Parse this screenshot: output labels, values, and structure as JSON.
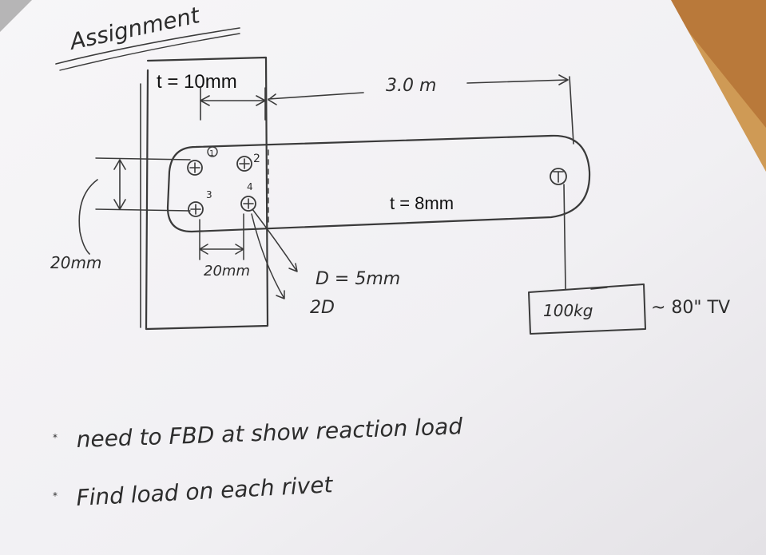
{
  "title": "Assignment",
  "labels": {
    "column_thickness": "t = 10mm",
    "span": "3.0 m",
    "bar_thickness": "t = 8mm",
    "rivet_vertical_spacing": "20mm",
    "rivet_horizontal_spacing": "20mm",
    "diameter": "D = 5mm",
    "edge_distance": "2D",
    "load": "100kg",
    "load_note": "~ 80\" TV"
  },
  "rivets": [
    "1",
    "2",
    "3",
    "4"
  ],
  "notes": [
    "need to FBD at show reaction load",
    "Find load on each rivet"
  ],
  "colors": {
    "paper": "#f6f5f7",
    "ink": "#3a3a3a",
    "background": "#d9a35a"
  }
}
